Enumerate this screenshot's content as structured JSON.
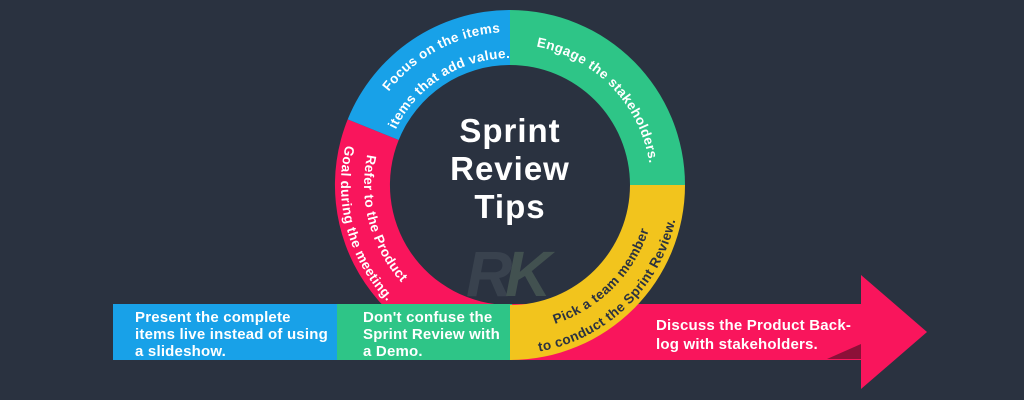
{
  "canvas": {
    "background": "#2a3240"
  },
  "title": {
    "lines": [
      "Sprint",
      "Review",
      "Tips"
    ],
    "color": "#ffffff"
  },
  "logo": {
    "r": "R",
    "k": "K",
    "r_color": "#39424e",
    "k_color": "#425150"
  },
  "ring_tips": [
    {
      "name": "focus-on-items",
      "color": "#18a1e8",
      "text_color": "#ffffff",
      "lines": [
        "Focus on the items",
        "items that add value."
      ]
    },
    {
      "name": "engage-stakeholders",
      "color": "#2ec587",
      "text_color": "#ffffff",
      "lines": [
        "Engage the stakeholders."
      ]
    },
    {
      "name": "refer-product-goal",
      "color": "#f9155c",
      "text_color": "#ffffff",
      "lines": [
        "Refer to the Product",
        "Goal during the meeting."
      ]
    },
    {
      "name": "pick-team-member",
      "color": "#f2c41d",
      "text_color": "#2b3240",
      "lines": [
        "Pick a team member",
        "to conduct the Sprint Review."
      ]
    }
  ],
  "bottom_bar": [
    {
      "name": "present-live",
      "color": "#18a1e8",
      "text_color": "#ffffff",
      "lines": [
        "Present the complete",
        "items live instead of using",
        "a slideshow."
      ]
    },
    {
      "name": "dont-confuse-demo",
      "color": "#2ec587",
      "text_color": "#ffffff",
      "lines": [
        "Don't confuse the",
        "Sprint Review with",
        "a Demo."
      ]
    },
    {
      "name": "discuss-backlog",
      "color": "#f9155c",
      "text_color": "#ffffff",
      "lines": [
        "Discuss the Product Back-",
        "log with stakeholders."
      ]
    }
  ],
  "arrow": {
    "color": "#f9155c",
    "fold_color": "#8c1038"
  }
}
